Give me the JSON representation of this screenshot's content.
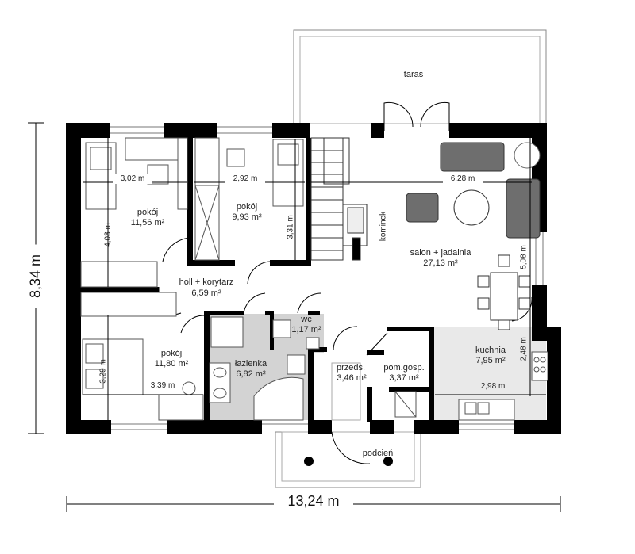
{
  "overall": {
    "width_label": "13,24 m",
    "depth_label": "8,34 m"
  },
  "rooms": [
    {
      "id": "pokoj1",
      "name": "pokój",
      "area": "11,56 m²"
    },
    {
      "id": "pokoj2",
      "name": "pokój",
      "area": "9,93 m²"
    },
    {
      "id": "pokoj3",
      "name": "pokój",
      "area": "11,80 m²"
    },
    {
      "id": "holl",
      "name": "holl + korytarz",
      "area": "6,59 m²"
    },
    {
      "id": "lazienka",
      "name": "łazienka",
      "area": "6,82 m²"
    },
    {
      "id": "wc",
      "name": "wc",
      "area": "1,17 m²"
    },
    {
      "id": "przedsionek",
      "name": "przeds.",
      "area": "3,46 m²"
    },
    {
      "id": "pomgosp",
      "name": "pom.gosp.",
      "area": "3,37 m²"
    },
    {
      "id": "salon",
      "name": "salon + jadalnia",
      "area": "27,13 m²"
    },
    {
      "id": "kuchnia",
      "name": "kuchnia",
      "area": "7,95 m²"
    }
  ],
  "outdoor": {
    "taras": "taras",
    "podcien": "podcień"
  },
  "fixtures": {
    "kominek": "kominek"
  },
  "dimensions": {
    "pokoj1_width": "3,02 m",
    "pokoj1_depth": "4,08 m",
    "pokoj2_width": "2,92 m",
    "pokoj2_depth": "3,31 m",
    "pokoj3_width": "3,39 m",
    "pokoj3_depth": "3,29 m",
    "salon_width": "6,28 m",
    "salon_depth": "5,08 m",
    "kuchnia_width": "2,98 m",
    "kuchnia_depth": "2,48 m"
  },
  "colors": {
    "wall": "#000000",
    "wet_floor": "#d3d3d3",
    "furniture": "#6e6e6e",
    "furniture_light": "#e6e6e6"
  }
}
